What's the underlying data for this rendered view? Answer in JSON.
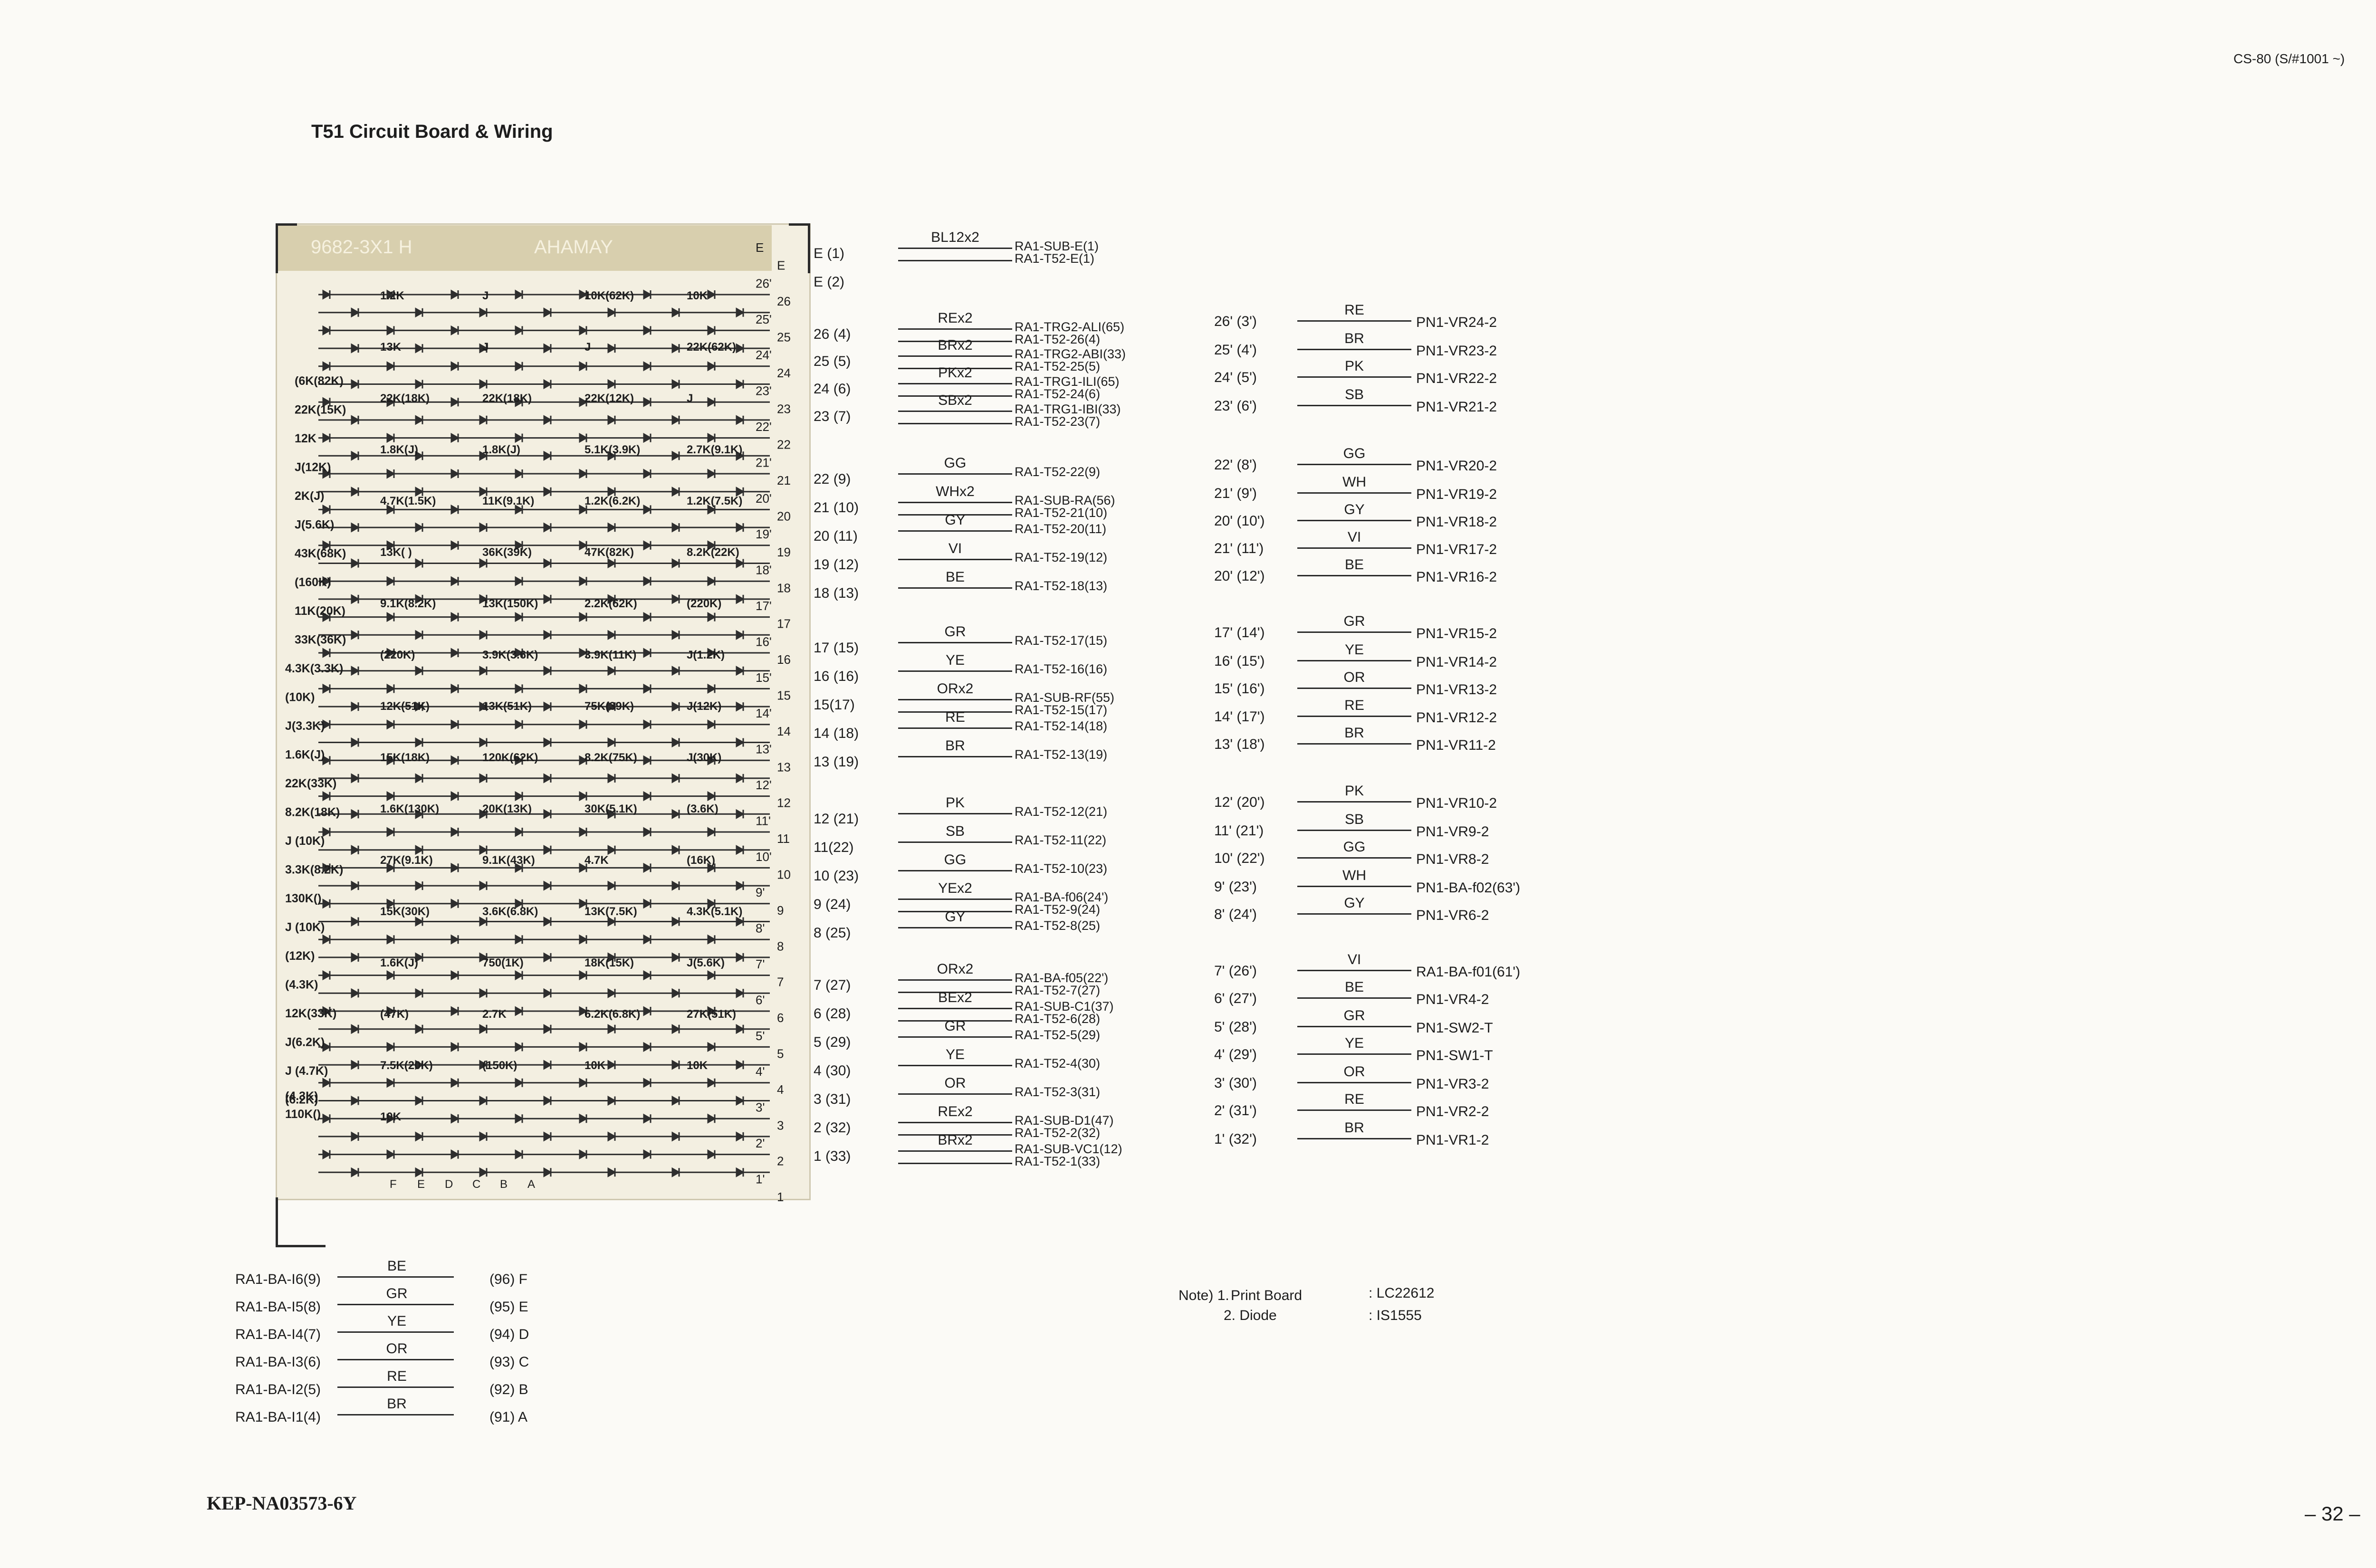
{
  "header": {
    "model": "CS-80 (S/#1001 ~)",
    "title": "T51 Circuit Board & Wiring"
  },
  "footer": {
    "doc_id": "KEP-NA03573-6Y",
    "page": "– 32 –"
  },
  "board": {
    "top_text": [
      "9682-3X1 H",
      "AHAMAY"
    ],
    "edge_right": [
      "E",
      "E",
      "26'",
      "26",
      "25'",
      "25",
      "24'",
      "24",
      "23'",
      "23",
      "22'",
      "22",
      "21'",
      "21",
      "20'",
      "20",
      "19'",
      "19",
      "18'",
      "18",
      "17'",
      "17",
      "16'",
      "16",
      "15'",
      "15",
      "14'",
      "14",
      "13'",
      "13",
      "12'",
      "12",
      "11'",
      "11",
      "10'",
      "10",
      "9'",
      "9",
      "8'",
      "8",
      "7'",
      "7",
      "6'",
      "6",
      "5'",
      "5",
      "4'",
      "4",
      "3'",
      "3",
      "2'",
      "2",
      "1'",
      "1"
    ],
    "edge_bottom": [
      "F",
      "E",
      "D",
      "C",
      "B",
      "A"
    ],
    "left_labels": [
      "(6K(82K)",
      "22K(15K)",
      "12K",
      "J(12K)",
      "2K(J)",
      "J(5.6K)",
      "43K(68K)",
      "(160K)",
      "11K(20K)",
      "33K(36K)",
      "4.3K(3.3K)",
      "(10K)",
      "J(3.3K)",
      "1.6K(J)",
      "22K(33K)",
      "8.2K(18K)",
      "J (10K)",
      "3.3K(8.2K)",
      "130K()",
      "J (10K)",
      "(12K)",
      "(4.3K)",
      "12K(33K)",
      "J(6.2K)",
      "J (4.7K)",
      "(6.2K)",
      "(4.3K)",
      "110K()"
    ],
    "inner_labels": [
      "1.2K",
      "J",
      "10K(62K)",
      "10K",
      "13K",
      "J",
      "J",
      "22K(62K)",
      "22K(18K)",
      "22K(18K)",
      "22K(12K)",
      "J",
      "1.8K(J)",
      "1.8K(J)",
      "5.1K(3.9K)",
      "2.7K(9.1K)",
      "4.7K(1.5K)",
      "11K(9.1K)",
      "1.2K(6.2K)",
      "1.2K(7.5K)",
      "13K( )",
      "36K(39K)",
      "47K(82K)",
      "8.2K(22K)",
      "9.1K(8.2K)",
      "13K(150K)",
      "2.2K(62K)",
      "(220K)",
      "(220K)",
      "3.9K(3.6K)",
      "3.9K(11K)",
      "J(1.2K)",
      "12K(51K)",
      "13K(51K)",
      "75K(39K)",
      "J(12K)",
      "15K(18K)",
      "120K(62K)",
      "8.2K(75K)",
      "J(30K)",
      "1.6K(130K)",
      "20K(13K)",
      "30K(5.1K)",
      "(3.6K)",
      "27K(9.1K)",
      "9.1K(43K)",
      "4.7K",
      "(16K)",
      "15K(30K)",
      "3.6K(6.8K)",
      "13K(7.5K)",
      "4.3K(5.1K)",
      "1.6K(J)",
      "750(1K)",
      "18K(15K)",
      "J(5.6K)",
      "(47K)",
      "2.7K",
      "6.2K(6.8K)",
      "27K(51K)",
      "7.5K(20K)",
      "(150K)",
      "10K",
      "10K",
      "10K"
    ]
  },
  "wiring": [
    {
      "num": "E (1)",
      "color": "BL12x2",
      "dest": [
        "RA1-SUB-E(1)",
        "RA1-T52-E(1)"
      ]
    },
    {
      "num": "E (2)",
      "color": "",
      "dest": []
    },
    {
      "num": "26 (4)",
      "color": "REx2",
      "dest": [
        "RA1-TRG2-ALI(65)",
        "RA1-T52-26(4)"
      ]
    },
    {
      "num": "25 (5)",
      "color": "BRx2",
      "dest": [
        "RA1-TRG2-ABI(33)",
        "RA1-T52-25(5)"
      ]
    },
    {
      "num": "24 (6)",
      "color": "PKx2",
      "dest": [
        "RA1-TRG1-ILI(65)",
        "RA1-T52-24(6)"
      ]
    },
    {
      "num": "23 (7)",
      "color": "SBx2",
      "dest": [
        "RA1-TRG1-IBI(33)",
        "RA1-T52-23(7)"
      ]
    },
    {
      "num": "22 (9)",
      "color": "GG",
      "dest": [
        "RA1-T52-22(9)"
      ]
    },
    {
      "num": "21 (10)",
      "color": "WHx2",
      "dest": [
        "RA1-SUB-RA(56)",
        "RA1-T52-21(10)"
      ]
    },
    {
      "num": "20 (11)",
      "color": "GY",
      "dest": [
        "RA1-T52-20(11)"
      ]
    },
    {
      "num": "19 (12)",
      "color": "VI",
      "dest": [
        "RA1-T52-19(12)"
      ]
    },
    {
      "num": "18 (13)",
      "color": "BE",
      "dest": [
        "RA1-T52-18(13)"
      ]
    },
    {
      "num": "17 (15)",
      "color": "GR",
      "dest": [
        "RA1-T52-17(15)"
      ]
    },
    {
      "num": "16 (16)",
      "color": "YE",
      "dest": [
        "RA1-T52-16(16)"
      ]
    },
    {
      "num": "15(17)",
      "color": "ORx2",
      "dest": [
        "RA1-SUB-RF(55)",
        "RA1-T52-15(17)"
      ]
    },
    {
      "num": "14 (18)",
      "color": "RE",
      "dest": [
        "RA1-T52-14(18)"
      ]
    },
    {
      "num": "13 (19)",
      "color": "BR",
      "dest": [
        "RA1-T52-13(19)"
      ]
    },
    {
      "num": "12 (21)",
      "color": "PK",
      "dest": [
        "RA1-T52-12(21)"
      ]
    },
    {
      "num": "11(22)",
      "color": "SB",
      "dest": [
        "RA1-T52-11(22)"
      ]
    },
    {
      "num": "10 (23)",
      "color": "GG",
      "dest": [
        "RA1-T52-10(23)"
      ]
    },
    {
      "num": "9 (24)",
      "color": "YEx2",
      "dest": [
        "RA1-BA-f06(24')",
        "RA1-T52-9(24)"
      ]
    },
    {
      "num": "8 (25)",
      "color": "GY",
      "dest": [
        "RA1-T52-8(25)"
      ]
    },
    {
      "num": "7 (27)",
      "color": "ORx2",
      "dest": [
        "RA1-BA-f05(22')",
        "RA1-T52-7(27)"
      ]
    },
    {
      "num": "6 (28)",
      "color": "BEx2",
      "dest": [
        "RA1-SUB-C1(37)",
        "RA1-T52-6(28)"
      ]
    },
    {
      "num": "5 (29)",
      "color": "GR",
      "dest": [
        "RA1-T52-5(29)"
      ]
    },
    {
      "num": "4 (30)",
      "color": "YE",
      "dest": [
        "RA1-T52-4(30)"
      ]
    },
    {
      "num": "3 (31)",
      "color": "OR",
      "dest": [
        "RA1-T52-3(31)"
      ]
    },
    {
      "num": "2 (32)",
      "color": "REx2",
      "dest": [
        "RA1-SUB-D1(47)",
        "RA1-T52-2(32)"
      ]
    },
    {
      "num": "1 (33)",
      "color": "BRx2",
      "dest": [
        "RA1-SUB-VC1(12)",
        "RA1-T52-1(33)"
      ]
    }
  ],
  "wiring_right": [
    {
      "num": "26' (3')",
      "color": "RE",
      "dest": "PN1-VR24-2"
    },
    {
      "num": "25' (4')",
      "color": "BR",
      "dest": "PN1-VR23-2"
    },
    {
      "num": "24' (5')",
      "color": "PK",
      "dest": "PN1-VR22-2"
    },
    {
      "num": "23' (6')",
      "color": "SB",
      "dest": "PN1-VR21-2"
    },
    {
      "num": "22' (8')",
      "color": "GG",
      "dest": "PN1-VR20-2"
    },
    {
      "num": "21' (9')",
      "color": "WH",
      "dest": "PN1-VR19-2"
    },
    {
      "num": "20' (10')",
      "color": "GY",
      "dest": "PN1-VR18-2"
    },
    {
      "num": "21' (11')",
      "color": "VI",
      "dest": "PN1-VR17-2"
    },
    {
      "num": "20' (12')",
      "color": "BE",
      "dest": "PN1-VR16-2"
    },
    {
      "num": "17' (14')",
      "color": "GR",
      "dest": "PN1-VR15-2"
    },
    {
      "num": "16' (15')",
      "color": "YE",
      "dest": "PN1-VR14-2"
    },
    {
      "num": "15' (16')",
      "color": "OR",
      "dest": "PN1-VR13-2"
    },
    {
      "num": "14' (17')",
      "color": "RE",
      "dest": "PN1-VR12-2"
    },
    {
      "num": "13' (18')",
      "color": "BR",
      "dest": "PN1-VR11-2"
    },
    {
      "num": "12' (20')",
      "color": "PK",
      "dest": "PN1-VR10-2"
    },
    {
      "num": "11' (21')",
      "color": "SB",
      "dest": "PN1-VR9-2"
    },
    {
      "num": "10' (22')",
      "color": "GG",
      "dest": "PN1-VR8-2"
    },
    {
      "num": "9' (23')",
      "color": "WH",
      "dest": "PN1-BA-f02(63')"
    },
    {
      "num": "8' (24')",
      "color": "GY",
      "dest": "PN1-VR6-2"
    },
    {
      "num": "7' (26')",
      "color": "VI",
      "dest": "RA1-BA-f01(61')"
    },
    {
      "num": "6' (27')",
      "color": "BE",
      "dest": "PN1-VR4-2"
    },
    {
      "num": "5' (28')",
      "color": "GR",
      "dest": "PN1-SW2-T"
    },
    {
      "num": "4' (29')",
      "color": "YE",
      "dest": "PN1-SW1-T"
    },
    {
      "num": "3' (30')",
      "color": "OR",
      "dest": "PN1-VR3-2"
    },
    {
      "num": "2' (31')",
      "color": "RE",
      "dest": "PN1-VR2-2"
    },
    {
      "num": "1' (32')",
      "color": "BR",
      "dest": "PN1-VR1-2"
    }
  ],
  "wiring_bottom": [
    {
      "src": "RA1-BA-I6(9)",
      "color": "BE",
      "dest": "(96) F"
    },
    {
      "src": "RA1-BA-I5(8)",
      "color": "GR",
      "dest": "(95) E"
    },
    {
      "src": "RA1-BA-I4(7)",
      "color": "YE",
      "dest": "(94) D"
    },
    {
      "src": "RA1-BA-I3(6)",
      "color": "OR",
      "dest": "(93) C"
    },
    {
      "src": "RA1-BA-I2(5)",
      "color": "RE",
      "dest": "(92) B"
    },
    {
      "src": "RA1-BA-I1(4)",
      "color": "BR",
      "dest": "(91) A"
    }
  ],
  "notes": {
    "prefix": "Note) 1.",
    "items": [
      {
        "label": "Print Board",
        "value": ": LC22612"
      },
      {
        "label": "2.  Diode",
        "value": ": IS1555"
      }
    ]
  }
}
